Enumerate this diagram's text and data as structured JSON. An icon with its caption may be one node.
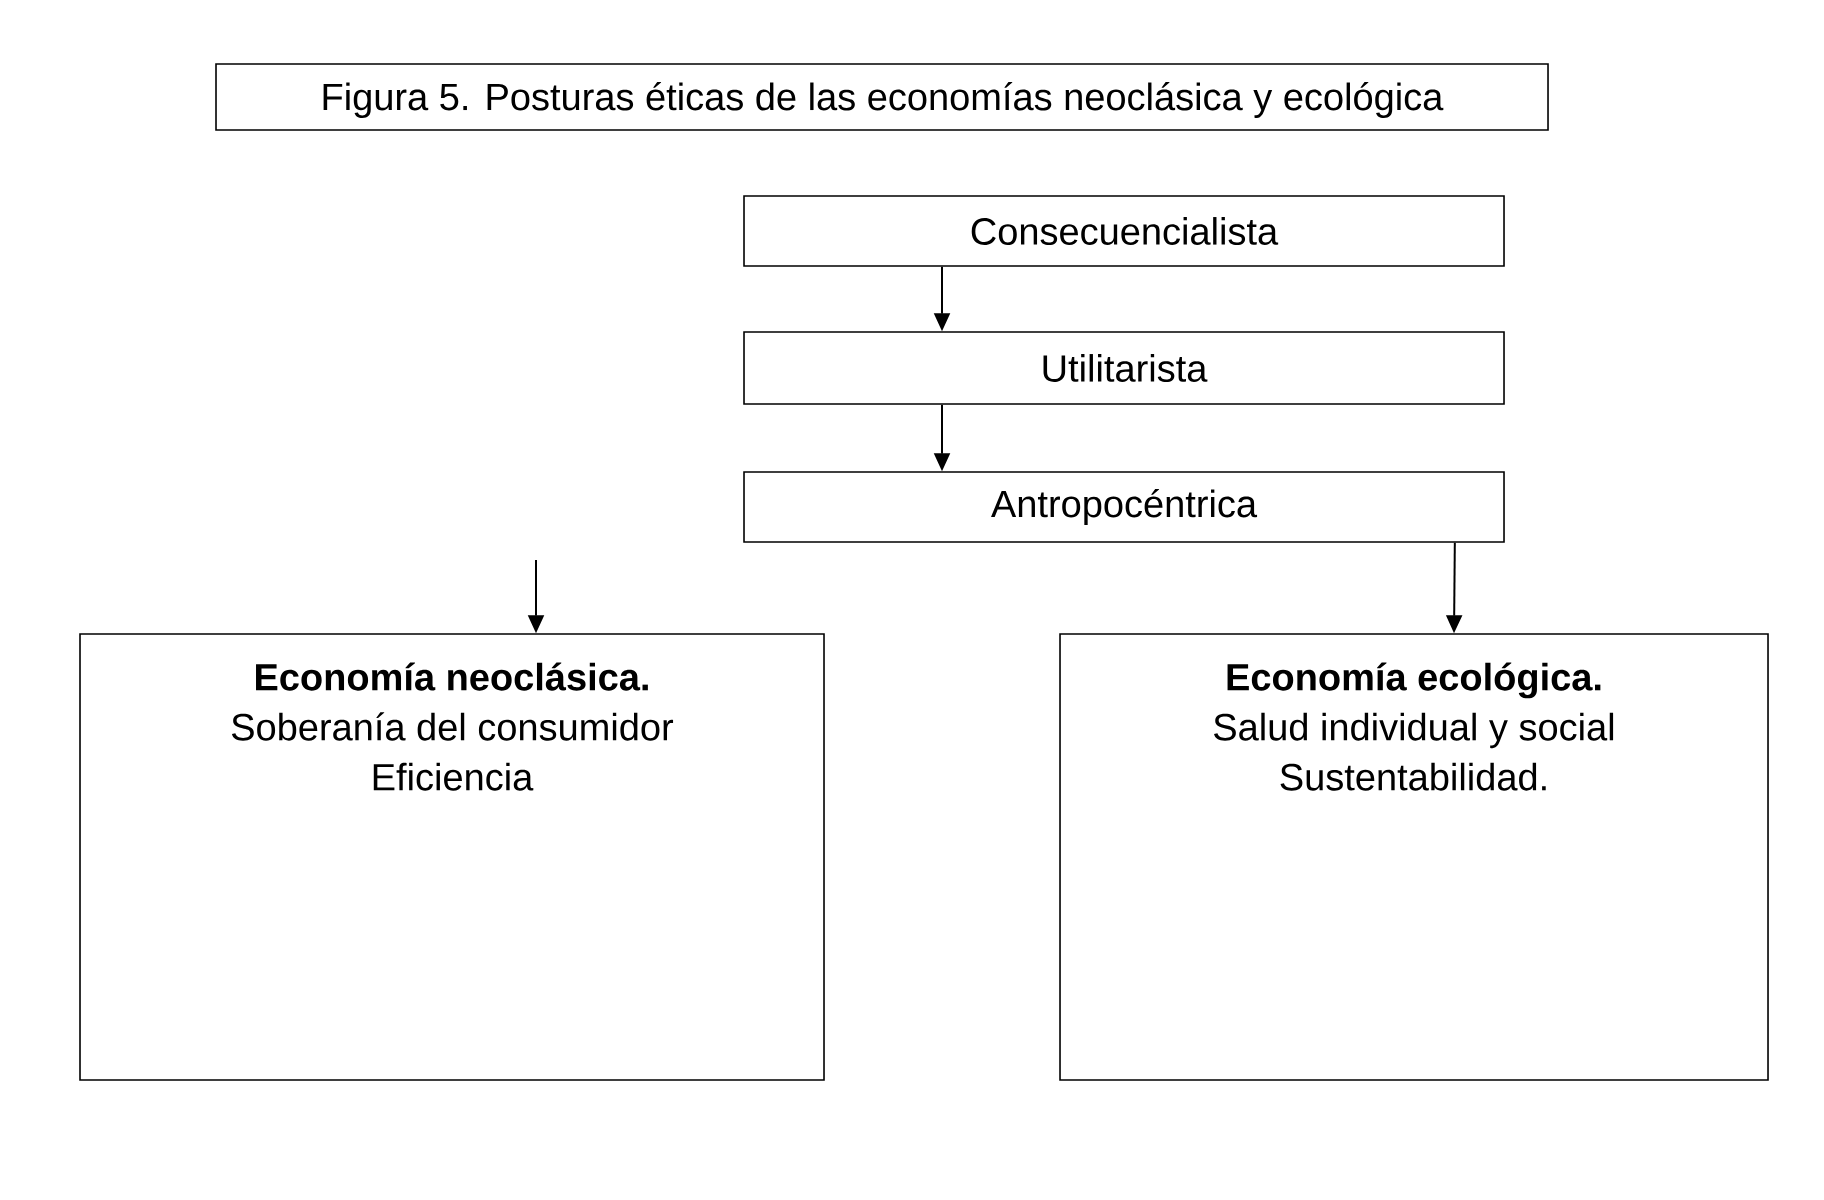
{
  "diagram": {
    "title": "Figura 5. Posturas éticas de las economías neoclásica y ecológica",
    "nodes": [
      {
        "text": [
          "Consecuencialista"
        ]
      },
      {
        "text": [
          "Utilitarista"
        ]
      },
      {
        "text": [
          "Antropocéntrica"
        ]
      },
      {
        "text": [
          "Economía neoclásica.",
          "Soberanía del consumidor",
          "Eficiencia"
        ]
      },
      {
        "text": [
          "Economía ecológica.",
          "Salud individual y social",
          "Sustentabilidad."
        ]
      }
    ],
    "edges": [
      {
        "from": 0,
        "to": 1,
        "arrow": "to"
      },
      {
        "from": 1,
        "to": 2,
        "arrow": "to"
      },
      {
        "from": null,
        "to": 3,
        "arrow": "to"
      },
      {
        "from": 2,
        "to": 4,
        "arrow": "to"
      }
    ]
  }
}
